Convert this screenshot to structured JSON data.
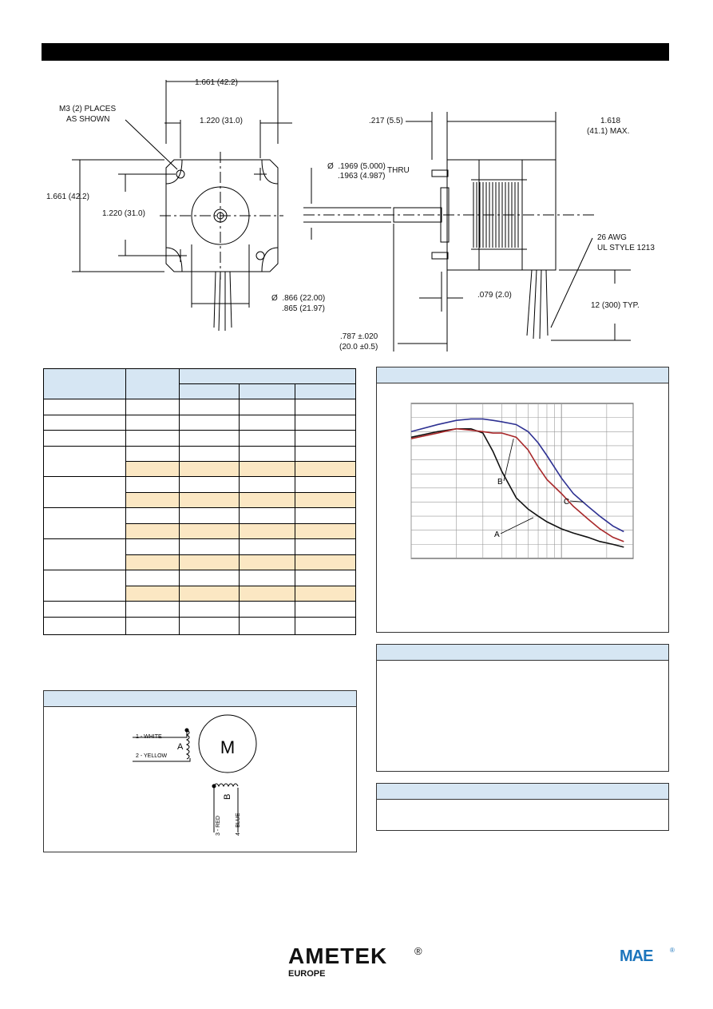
{
  "drawing": {
    "front": {
      "width_overall": "1.661 (42.2)",
      "hole_spacing_width": "1.220 (31.0)",
      "height_overall": "1.661 (42.2)",
      "hole_spacing_height": "1.220 (31.0)",
      "mount_note_line1": "M3 (2) PLACES",
      "mount_note_line2": "AS SHOWN",
      "pilot_line1": "Ø  .866 (22.00)",
      "pilot_line2": ".865 (21.97)"
    },
    "side": {
      "shaft_length_front": ".217 (5.5)",
      "body_length_line1": "1.618",
      "body_length_line2": "(41.1) MAX.",
      "shaft_dia_line1": "Ø  .1969 (5.000)",
      "shaft_dia_line2": ".1963 (4.987)",
      "shaft_dia_thru": "THRU",
      "wire_line1": "26 AWG",
      "wire_line2": "UL STYLE 1213",
      "pilot_depth": ".079 (2.0)",
      "lead_length": "12 (300) TYP.",
      "shaft_ext_line1": ".787 ±.020",
      "shaft_ext_line2": "(20.0 ±0.5)"
    }
  },
  "curve_labels": {
    "a": "A",
    "b": "B",
    "c": "C"
  },
  "chart_data": {
    "type": "line",
    "title": "",
    "xlabel": "",
    "ylabel": "",
    "x_scale": "log",
    "x": [
      1,
      1.5,
      2,
      2.5,
      3,
      3.5,
      4,
      5,
      6,
      7,
      8,
      10,
      12,
      15,
      18,
      22,
      26
    ],
    "series": [
      {
        "name": "A",
        "color": "#111111",
        "values": [
          8.6,
          9.0,
          9.2,
          9.2,
          8.9,
          7.6,
          6.2,
          4.3,
          3.5,
          3.0,
          2.6,
          2.1,
          1.8,
          1.5,
          1.2,
          1.0,
          0.8
        ]
      },
      {
        "name": "B",
        "color": "#a8282a",
        "values": [
          8.5,
          8.9,
          9.2,
          9.1,
          9.0,
          8.9,
          8.9,
          8.6,
          7.7,
          6.5,
          5.6,
          4.6,
          3.7,
          2.8,
          2.1,
          1.5,
          1.2
        ]
      },
      {
        "name": "C",
        "color": "#2e3192",
        "values": [
          9.0,
          9.5,
          9.8,
          9.9,
          9.9,
          9.8,
          9.7,
          9.5,
          9.0,
          8.2,
          7.3,
          5.7,
          4.6,
          3.7,
          3.0,
          2.3,
          1.9
        ]
      }
    ]
  },
  "wiring": {
    "motor_letter": "M",
    "phase_a": "A",
    "phase_b": "B",
    "wire1": "1 - WHITE",
    "wire2": "2 - YELLOW",
    "wire3": "3 - RED",
    "wire4": "4 - BLUE"
  },
  "spec_table": {
    "row_count": 16,
    "highlighted_rows": [
      5,
      7,
      9,
      11,
      13
    ]
  },
  "footer": {
    "brand": "AMETEK",
    "brand_reg": "®",
    "region": "EUROPE",
    "partner": "MAE",
    "partner_reg": "®"
  },
  "colors": {
    "panel_header": "#d6e6f3",
    "row_highlight": "#fbe7c3",
    "curve_a": "#111111",
    "curve_b": "#a8282a",
    "curve_c": "#2e3192",
    "mae_blue": "#1c75bc"
  }
}
